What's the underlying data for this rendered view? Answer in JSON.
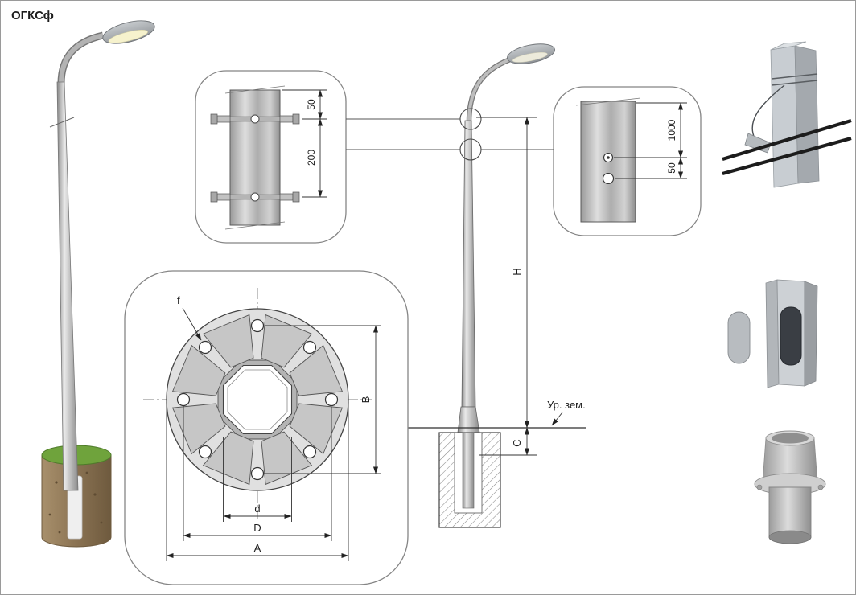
{
  "title": "ОГКСф",
  "elevation": {
    "height_label": "H",
    "embed_label": "C",
    "ground_label": "Ур. зем."
  },
  "top_detail": {
    "dim_top": "50",
    "dim_span": "200"
  },
  "side_detail": {
    "dim_top": "1000",
    "dim_bottom": "50"
  },
  "flange": {
    "hole_label": "f",
    "inner_dia": "d",
    "bolt_circle": "D",
    "outer_dia": "A",
    "bolt_span": "B"
  },
  "colors": {
    "pole_gray": "#c9c9c9",
    "drawing_line": "#333333",
    "foundation_brown": "#96794f",
    "grass_green": "#6fa33c",
    "cable_black": "#1c1c1c"
  }
}
